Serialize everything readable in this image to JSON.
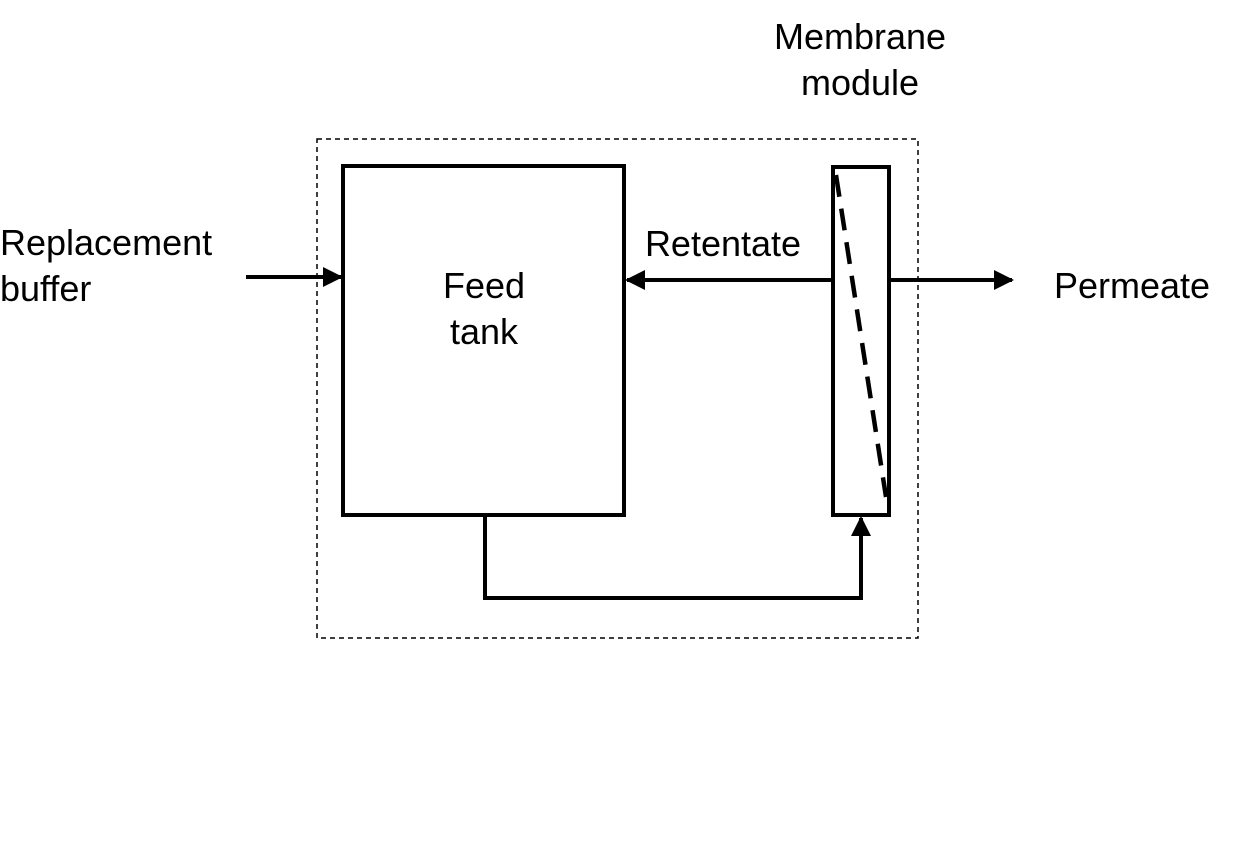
{
  "diagram": {
    "labels": {
      "membrane_line1": "Membrane",
      "membrane_line2": "module",
      "replacement_line1": "Replacement",
      "replacement_line2": "buffer",
      "feed_line1": "Feed",
      "feed_line2": "tank",
      "retentate": "Retentate",
      "permeate": "Permeate"
    },
    "colors": {
      "stroke": "#000000",
      "background": "#ffffff"
    }
  }
}
